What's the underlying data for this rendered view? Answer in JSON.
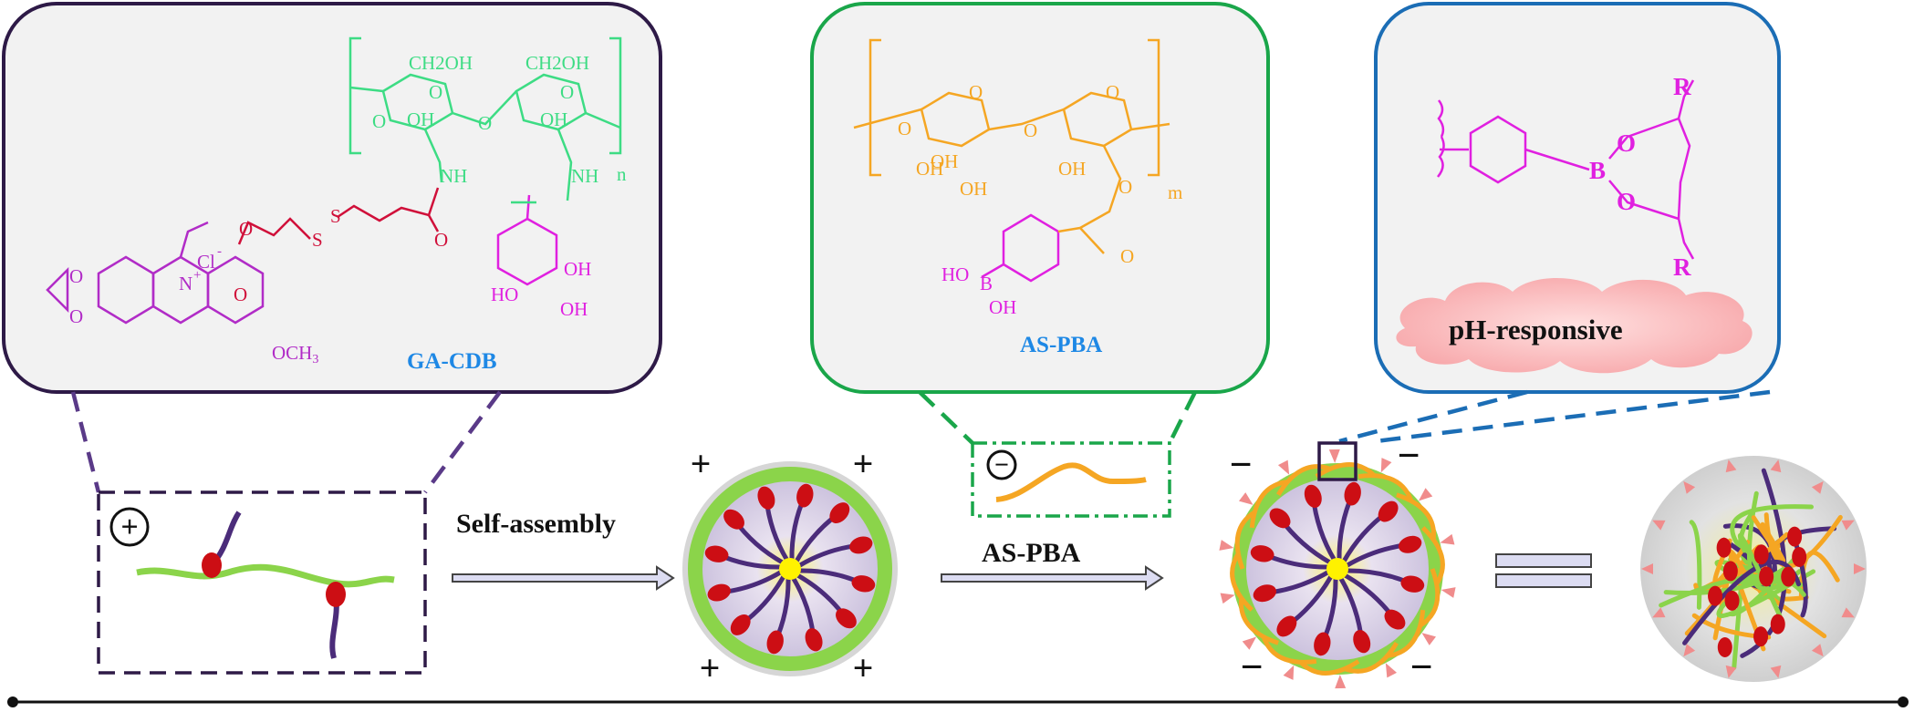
{
  "panels": {
    "ga_cdb": {
      "name": "GA-CDB",
      "ring_labels": [
        "CH2OH",
        "CH2OH",
        "OH",
        "OH",
        "O",
        "O",
        "O",
        "O",
        "NH",
        "NH",
        "n"
      ],
      "linker_labels": [
        "S",
        "S",
        "O",
        "O",
        "O"
      ],
      "phenol_labels": [
        "OH",
        "HO",
        "OH"
      ],
      "berberine_labels": [
        "N",
        "+",
        "Cl",
        "-",
        "O",
        "O",
        "OCH",
        "3"
      ]
    },
    "as_pba": {
      "name": "AS-PBA",
      "ring_labels": [
        "O",
        "O",
        "O",
        "O",
        "OH",
        "OH",
        "OH",
        "OH",
        "O",
        "O",
        "m"
      ],
      "boronic_labels": [
        "HO",
        "B",
        "OH"
      ]
    },
    "ph": {
      "label": "pH-responsive",
      "ester_labels": [
        "B",
        "O",
        "O",
        "R",
        "R"
      ]
    }
  },
  "process": {
    "step1_label": "Self-assembly",
    "step2_label": "AS-PBA",
    "positive_sign": "+",
    "negative_sign": "−"
  },
  "colors": {
    "dark_purple": "#2e1a47",
    "green_box": "#1aa64a",
    "blue_box": "#1b6db5",
    "polysaccharide_green": "#3ddc84",
    "magenta": "#e020e0",
    "crimson": "#d0103a",
    "orange": "#f5a623",
    "label_blue": "#1e88e5",
    "chain_green": "#8bd44a",
    "red_bead": "#cc0e14",
    "purple_chain": "#4b2c7a",
    "arrow_fill": "#dcdcf2"
  }
}
